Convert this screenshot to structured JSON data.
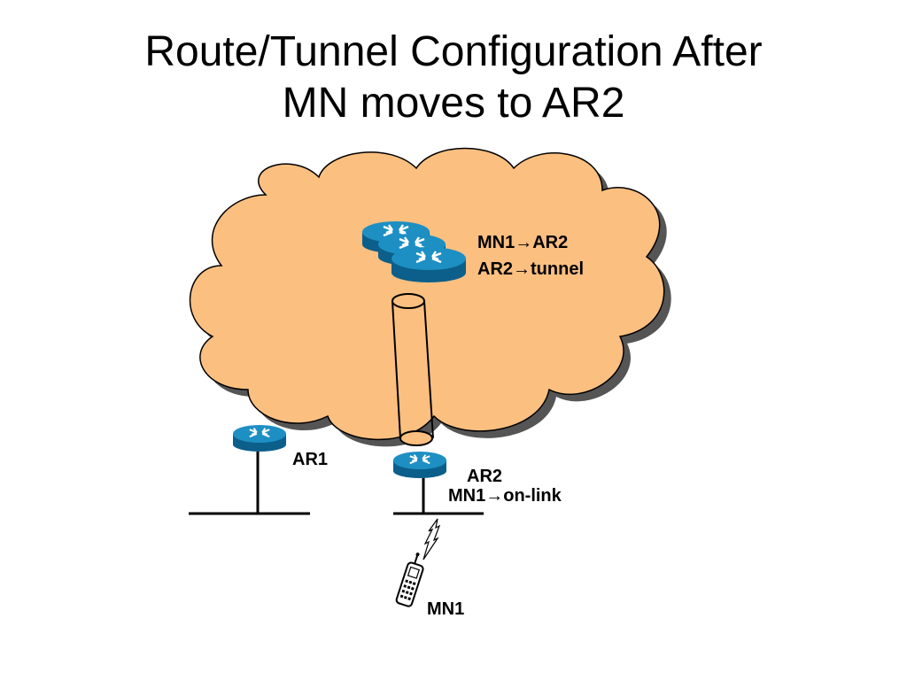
{
  "title": {
    "line1": "Route/Tunnel Configuration After",
    "line2": "MN moves to AR2"
  },
  "labels": {
    "core_route_1": "MN1→AR2",
    "core_route_2": "AR2→tunnel",
    "ar1": "AR1",
    "ar2": "AR2",
    "ar2_route": "MN1→on-link",
    "mn1": "MN1"
  },
  "colors": {
    "cloud_fill": "#fbbf80",
    "router_blue": "#1d8fc3",
    "router_dark": "#0b5f8a"
  }
}
